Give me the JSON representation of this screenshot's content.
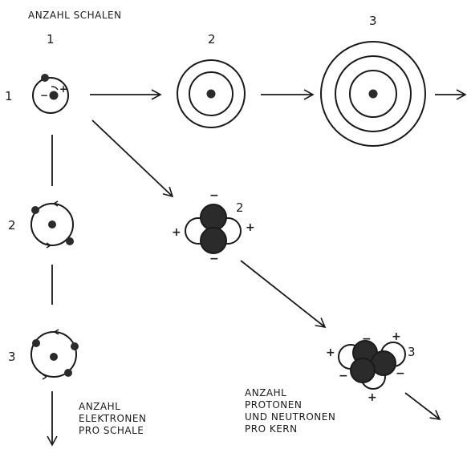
{
  "labels": {
    "shells_heading": "ANZAHL SCHALEN",
    "electrons_caption": [
      "ANZAHL",
      "ELEKTRONEN",
      "PRO SCHALE"
    ],
    "nucleons_caption": [
      "ANZAHL",
      "PROTONEN",
      "UND NEUTRONEN",
      "PRO KERN"
    ]
  },
  "numbers": {
    "col_1": "1",
    "col_2": "2",
    "col_3": "3",
    "row_1": "1",
    "row_2": "2",
    "row_3": "3",
    "nucleus_2": "2",
    "nucleus_3": "3"
  },
  "signs": {
    "plus": "+",
    "minus": "−"
  },
  "colors": {
    "ink": "#1a1a1a",
    "particle": "#2b2b2b",
    "background": "#ffffff"
  }
}
